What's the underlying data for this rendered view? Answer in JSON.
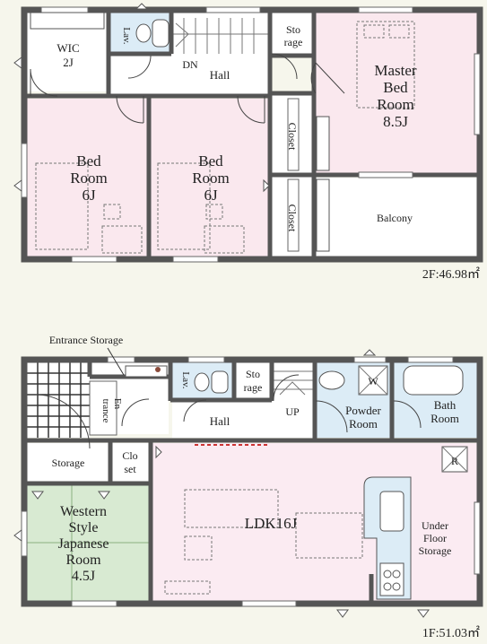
{
  "colors": {
    "background": "#f6f6ec",
    "bedroom": "#fae8ee",
    "ldk": "#fbebf2",
    "wet_area": "#dcecf6",
    "japanese_room": "#d8ead2",
    "plain_room": "#ffffff",
    "wall": "#555555"
  },
  "floor2": {
    "area_label": "2F:46.98㎡",
    "rooms": {
      "wic": [
        "WIC",
        "2J"
      ],
      "lav": "Lav.",
      "storage": [
        "Sto",
        "rage"
      ],
      "dn": "DN",
      "hall": "Hall",
      "master": [
        "Master",
        "Bed",
        "Room",
        "8.5J"
      ],
      "bed1": [
        "Bed",
        "Room",
        "6J"
      ],
      "bed2": [
        "Bed",
        "Room",
        "6J"
      ],
      "closet1": "Closet",
      "closet2": "Closet",
      "balcony": "Balcony"
    }
  },
  "floor1": {
    "area_label": "1F:51.03㎡",
    "rooms": {
      "entrance_storage": "Entrance Storage",
      "entrance": [
        "En",
        "trance"
      ],
      "lav": "Lav.",
      "storage_small": [
        "Sto",
        "rage"
      ],
      "hall": "Hall",
      "up": "UP",
      "powder": [
        "Powder",
        "Room"
      ],
      "washer": "W",
      "bath": [
        "Bath",
        "Room"
      ],
      "storage": "Storage",
      "closet": [
        "Clo",
        "set"
      ],
      "japanese": [
        "Western",
        "Style",
        "Japanese",
        "Room",
        "4.5J"
      ],
      "ldk": "LDK16J",
      "fridge": "R",
      "under_floor": [
        "Under",
        "Floor",
        "Storage"
      ]
    }
  }
}
